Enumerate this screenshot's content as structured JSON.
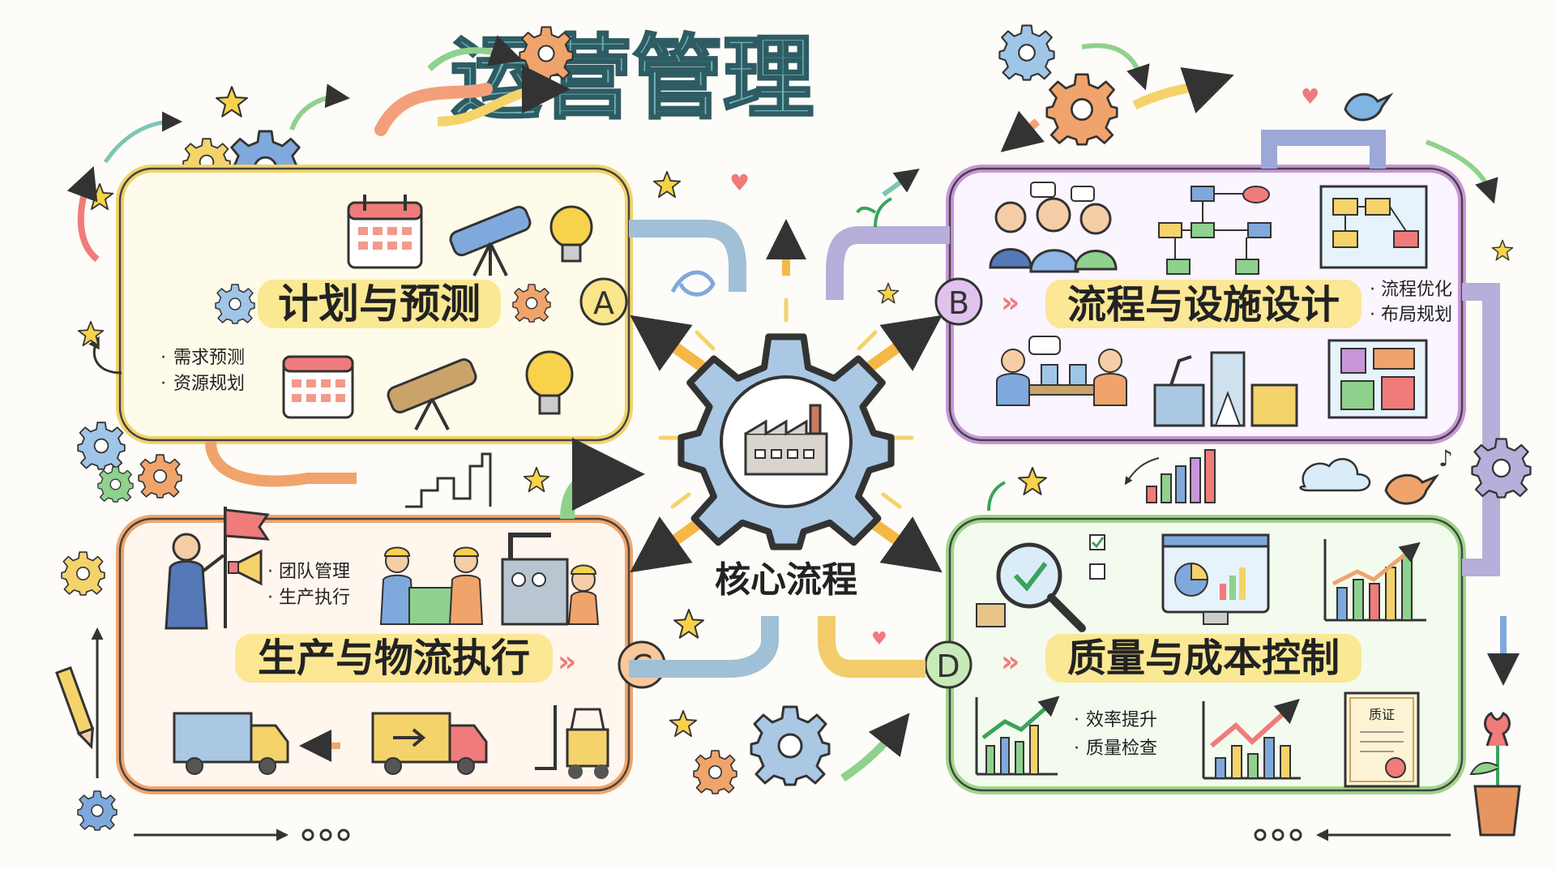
{
  "title": "运营管理",
  "center": {
    "label": "核心流程"
  },
  "quadrants": {
    "a": {
      "badge": "A",
      "title": "计划与预测",
      "bullets": [
        "需求预测",
        "资源规划"
      ]
    },
    "b": {
      "badge": "B",
      "title": "流程与设施设计",
      "bullets": [
        "流程优化",
        "布局规划"
      ]
    },
    "c": {
      "badge": "C",
      "title": "生产与物流执行",
      "bullets": [
        "团队管理",
        "生产执行"
      ]
    },
    "d": {
      "badge": "D",
      "title": "质量与成本控制",
      "bullets": [
        "效率提升",
        "质量检查"
      ],
      "certificate_label": "质证"
    }
  },
  "colors": {
    "a_frame": "#f2d36b",
    "b_frame": "#c896d9",
    "c_frame": "#f0a46c",
    "d_frame": "#9fd68a",
    "title": "#5a9ea8",
    "gear_center": "#aac8e3",
    "pipe": "#9fc0d6",
    "pipe_yellow": "#f2cc6a",
    "highlight_yellow": "#fbe58a"
  },
  "icons": [
    "calendar-icon",
    "telescope-icon",
    "lightbulb-icon",
    "gear-icon",
    "people-icon",
    "flowchart-icon",
    "factory-icon",
    "truck-icon",
    "forklift-icon",
    "worker-icon",
    "magnifier-icon",
    "monitor-icon",
    "bar-chart-icon",
    "certificate-icon",
    "flag-icon",
    "megaphone-icon",
    "bird-icon",
    "plant-pot-icon",
    "star-icon",
    "heart-icon",
    "pencil-icon",
    "cloud-icon",
    "pipe-icon",
    "arrow-icon"
  ]
}
